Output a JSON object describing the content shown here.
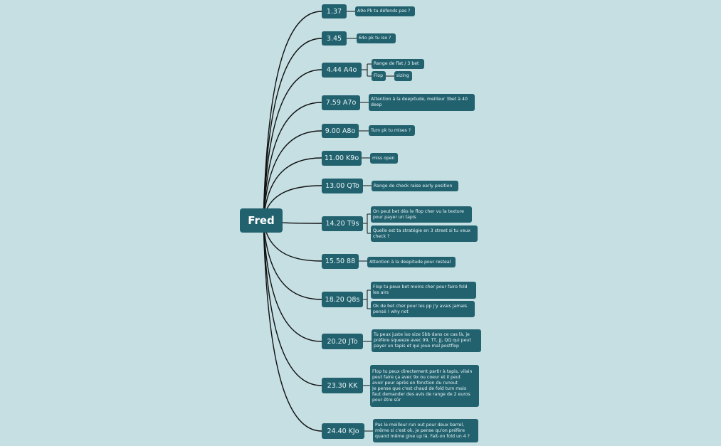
{
  "root": {
    "label": "Fred"
  },
  "hands": [
    {
      "label": "1.37",
      "notes": [
        "A9o Pk tu défends pas ?"
      ]
    },
    {
      "label": "3.45",
      "notes": [
        "64o pk tu iso ?"
      ]
    },
    {
      "label": "4.44 A4o",
      "notes": [
        "Range de flat / 3 bet",
        "Flop",
        "sizing"
      ]
    },
    {
      "label": "7.59 A7o",
      "notes": [
        "Attention à la deepitude, meilleur 3bet à 40\ndeep"
      ]
    },
    {
      "label": "9.00 A8o",
      "notes": [
        "Turn pk tu mises ?"
      ]
    },
    {
      "label": "11.00 K9o",
      "notes": [
        "miss open"
      ]
    },
    {
      "label": "13.00 QTo",
      "notes": [
        "Range de check raise early position"
      ]
    },
    {
      "label": "14.20 T9s",
      "notes": [
        "On peut bet dès le flop cher vu la texture\npour payer un tapis",
        "Quelle est ta stratégie en 3 street si tu veux\ncheck ?"
      ]
    },
    {
      "label": "15.50 88",
      "notes": [
        "Attention à la deepitude pour resteal"
      ]
    },
    {
      "label": "18.20 Q8s",
      "notes": [
        "Flop tu peux bet moins cher pour faire fold\nles airs",
        "Ok de bet cher pour les pp j'y avais jamais\npensé ! why not"
      ]
    },
    {
      "label": "20.20 JTo",
      "notes": [
        "Tu peux juste iso size 5bb dans ce cas là, je\npréfère squeeze avec 99, TT, JJ, QQ qui peut\npayer un tapis et qui joue mal postflop"
      ]
    },
    {
      "label": "23.30 KK",
      "notes": [
        "Flop tu peux directement partir à tapis, vilain\npeut faire ça avec 9x ou coeur et il peut\navoir peur après en fonction du runout\nJe pense que c'est chaud de fold turn mais\nfaut demander des avis de range de 2 euros\npour être sûr"
      ]
    },
    {
      "label": "24.40 KJo",
      "notes": [
        "Pas le meilleur run out pour deux barrel,\nmême si c'est ok, je pense qu'on préfère\nquand même give up là. Fait-on fold un 4 ?"
      ]
    }
  ],
  "colors": {
    "background": "#c5dfe3",
    "node": "#22626f",
    "line": "#111111"
  }
}
